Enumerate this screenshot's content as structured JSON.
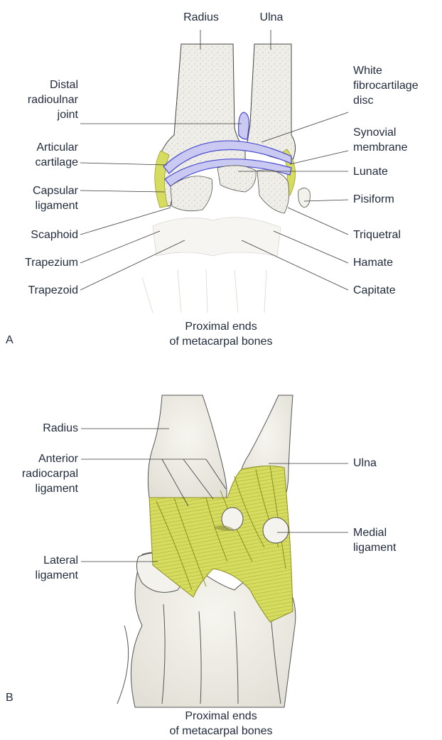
{
  "panel_a": {
    "letter": "A",
    "labels": {
      "radius": "Radius",
      "ulna": "Ulna",
      "distal_radioulnar_joint": "Distal\nradioulnar\njoint",
      "white_fibrocartilage_disc": "White\nfibrocartilage\ndisc",
      "articular_cartilage": "Articular\ncartilage",
      "synovial_membrane": "Synovial\nmembrane",
      "lunate": "Lunate",
      "capsular_ligament": "Capsular\nligament",
      "pisiform": "Pisiform",
      "scaphoid": "Scaphoid",
      "triquetral": "Triquetral",
      "trapezium": "Trapezium",
      "hamate": "Hamate",
      "trapezoid": "Trapezoid",
      "capitate": "Capitate"
    },
    "caption": "Proximal ends\nof metacarpal bones"
  },
  "panel_b": {
    "letter": "B",
    "labels": {
      "radius": "Radius",
      "ulna": "Ulna",
      "anterior_radiocarpal_ligament": "Anterior\nradiocarpal\nligament",
      "medial_ligament": "Medial\nligament",
      "lateral_ligament": "Lateral\nligament"
    },
    "caption": "Proximal ends\nof metacarpal bones"
  },
  "colors": {
    "bone": "#ecebe4",
    "bone_stroke": "#2a2a2a",
    "cartilage": "#c9c9f2",
    "cartilage_stroke": "#4a4ad0",
    "ligament": "#d4dc5a",
    "ligament_stroke": "#8c8f22",
    "leader": "#3a3a3a"
  }
}
